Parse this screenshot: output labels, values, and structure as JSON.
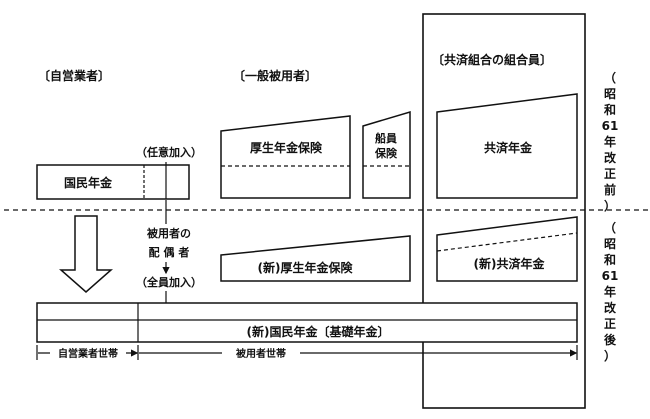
{
  "headers": {
    "self_employed": "〔自営業者〕",
    "general_employee": "〔一般被用者〕",
    "mutual_aid_member": "〔共済組合の組合員〕"
  },
  "before_reform": {
    "side_label": [
      "（",
      "昭",
      "和",
      "61",
      "年",
      "改",
      "正",
      "前",
      "）"
    ],
    "voluntary_join": "（任意加入）",
    "national_pension": "国民年金",
    "employee_pension": "厚生年金保険",
    "seamen_insurance": [
      "船員",
      "保険"
    ],
    "mutual_aid_pension": "共済年金"
  },
  "spouse_label": [
    "被用者の",
    "配 偶 者"
  ],
  "after_reform": {
    "side_label": [
      "（",
      "昭",
      "和",
      "61",
      "年",
      "改",
      "正",
      "後",
      "）"
    ],
    "all_join": "（全員加入）",
    "new_employee_pension": "(新)厚生年金保険",
    "new_mutual_aid_pension": "(新)共済年金",
    "new_national_pension": "(新)国民年金〔基礎年金〕",
    "self_employed_household": "自営業者世帯",
    "employee_household": "被用者世帯"
  }
}
